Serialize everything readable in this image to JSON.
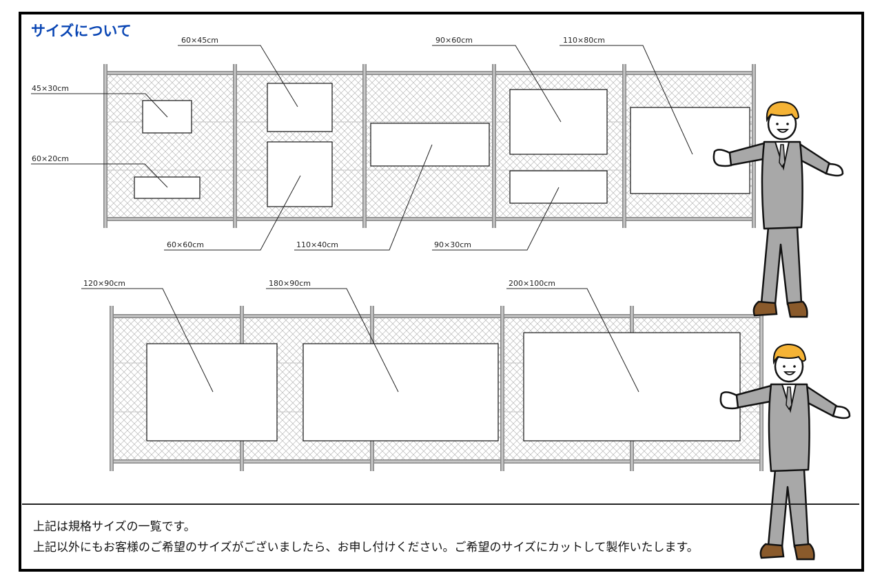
{
  "title": "サイズについて",
  "notes": [
    "上記は規格サイズの一覧です。",
    "上記以外にもお客様のご希望のサイズがございましたら、お申し付けください。ご希望のサイズにカットして製作いたします。"
  ],
  "row1_sizes": [
    "45×30cm",
    "60×20cm",
    "60×45cm",
    "60×60cm",
    "110×40cm",
    "90×60cm",
    "90×30cm",
    "110×80cm"
  ],
  "row2_sizes": [
    "120×90cm",
    "180×90cm",
    "200×100cm"
  ],
  "colors": {
    "title": "#0a46b4",
    "hair": "#f5b335",
    "suit": "#a8a8a8",
    "shoes": "#8a5a2b",
    "fence": "#9a9a9a"
  }
}
